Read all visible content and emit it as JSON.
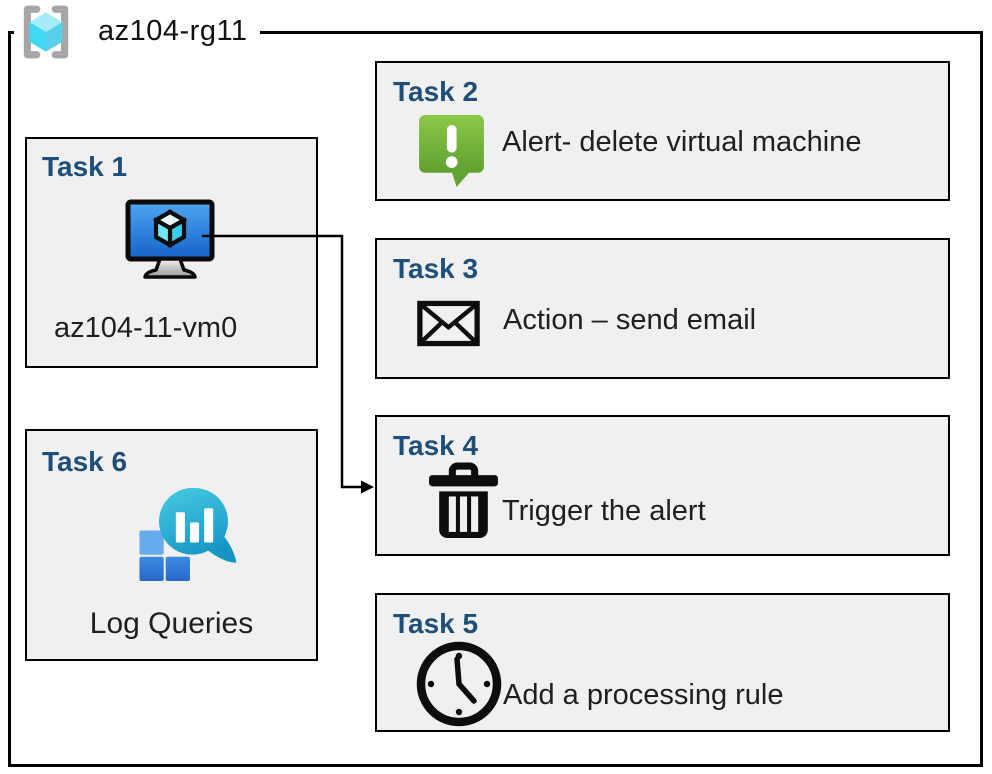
{
  "resource_group": {
    "label": "az104-rg11",
    "icon": "resource-group-icon"
  },
  "tasks": [
    {
      "title": "Task 1",
      "label": "az104-11-vm0",
      "icon": "virtual-machine-icon"
    },
    {
      "title": "Task 2",
      "label": "Alert- delete virtual machine",
      "icon": "alert-bubble-icon"
    },
    {
      "title": "Task 3",
      "label": "Action – send email",
      "icon": "email-envelope-icon"
    },
    {
      "title": "Task 4",
      "label": "Trigger the alert",
      "icon": "trash-delete-icon"
    },
    {
      "title": "Task 5",
      "label": "Add a processing rule",
      "icon": "clock-icon"
    },
    {
      "title": "Task 6",
      "label": "Log Queries",
      "icon": "log-analytics-icon"
    }
  ],
  "connector": {
    "from": "Task 1",
    "to": "Task 4"
  },
  "colors": {
    "task_title_blue": "#1F4E79",
    "box_fill_gray": "#F0F0F0",
    "box_border": "#000000",
    "alert_green_top": "#8CC848",
    "alert_green_bottom": "#5FA030",
    "vm_screen_blue_top": "#4FA6F0",
    "vm_screen_blue_bottom": "#1463CB",
    "rg_cube_cyan": "#3FD9F3",
    "rg_bracket_gray": "#A6A6A6",
    "log_bubble_teal_top": "#46CCE2",
    "log_bubble_teal_bottom": "#1695C5",
    "log_square_blue": "#2F7CD9",
    "log_square_light_blue": "#66ABEC"
  }
}
